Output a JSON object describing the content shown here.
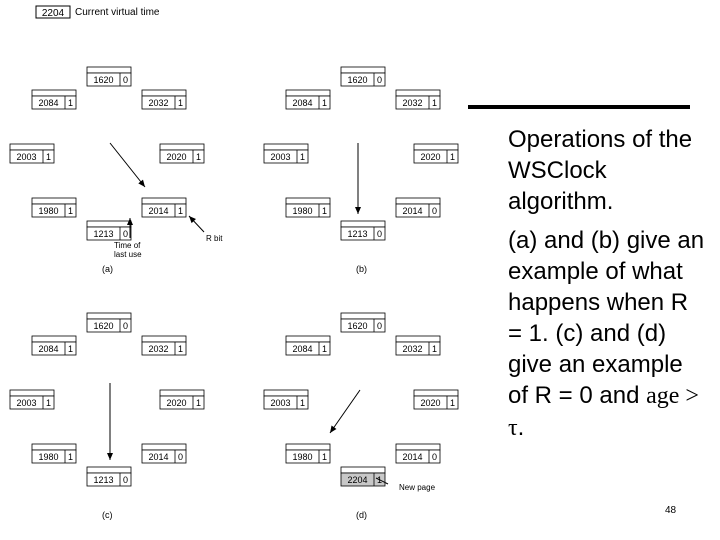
{
  "figure": {
    "virtual_time": "2204",
    "virtual_time_label": "Current virtual time",
    "r_bit_label": "R bit",
    "time_label_line1": "Time of",
    "time_label_line2": "last use",
    "new_page_label": "New page",
    "panels": [
      {
        "caption": "(a)",
        "pages": [
          {
            "time": "1620",
            "r": "0"
          },
          {
            "time": "2032",
            "r": "1"
          },
          {
            "time": "2084",
            "r": "1"
          },
          {
            "time": "2020",
            "r": "1"
          },
          {
            "time": "2003",
            "r": "1"
          },
          {
            "time": "2014",
            "r": "1"
          },
          {
            "time": "1980",
            "r": "1"
          },
          {
            "time": "1213",
            "r": "0"
          }
        ],
        "hand_at": 5
      },
      {
        "caption": "(b)",
        "pages": [
          {
            "time": "1620",
            "r": "0"
          },
          {
            "time": "2032",
            "r": "1"
          },
          {
            "time": "2084",
            "r": "1"
          },
          {
            "time": "2020",
            "r": "1"
          },
          {
            "time": "2003",
            "r": "1"
          },
          {
            "time": "2014",
            "r": "0"
          },
          {
            "time": "1980",
            "r": "1"
          },
          {
            "time": "1213",
            "r": "0"
          }
        ],
        "hand_at": 7
      },
      {
        "caption": "(c)",
        "pages": [
          {
            "time": "1620",
            "r": "0"
          },
          {
            "time": "2032",
            "r": "1"
          },
          {
            "time": "2084",
            "r": "1"
          },
          {
            "time": "2020",
            "r": "1"
          },
          {
            "time": "2003",
            "r": "1"
          },
          {
            "time": "2014",
            "r": "0"
          },
          {
            "time": "1980",
            "r": "1"
          },
          {
            "time": "1213",
            "r": "0"
          }
        ],
        "hand_at": 7
      },
      {
        "caption": "(d)",
        "pages": [
          {
            "time": "1620",
            "r": "0"
          },
          {
            "time": "2032",
            "r": "1"
          },
          {
            "time": "2084",
            "r": "1"
          },
          {
            "time": "2020",
            "r": "1"
          },
          {
            "time": "2003",
            "r": "1"
          },
          {
            "time": "2014",
            "r": "0"
          },
          {
            "time": "1980",
            "r": "1"
          },
          {
            "time": "2204",
            "r": "1",
            "new": true
          }
        ],
        "hand_at": 6
      }
    ]
  },
  "text": {
    "para1": "Operations of the WSClock algorithm.",
    "para2_a": "(a) and (b) give an example of what happens when R = 1. (c) and (d) give an example of R = 0 and ",
    "para2_age": "age > τ",
    "para2_end": "."
  },
  "page_number": "48",
  "colors": {
    "new_page_fill": "#c8c8c8"
  }
}
